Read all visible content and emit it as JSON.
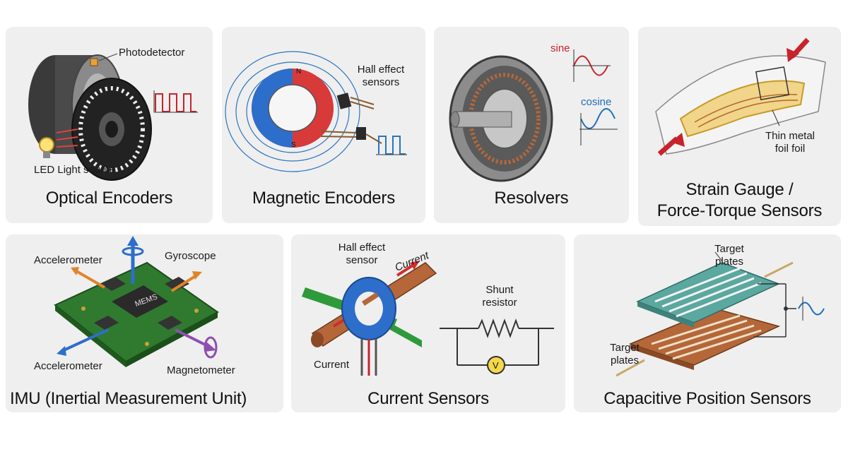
{
  "cards": {
    "optical": {
      "title": "Optical Encoders",
      "photodetector": "Photodetector",
      "led": "LED Light source"
    },
    "magnetic": {
      "title": "Magnetic Encoders",
      "hall_line1": "Hall effect",
      "hall_line2": "sensors",
      "pole_n": "N",
      "pole_s": "S"
    },
    "resolvers": {
      "title": "Resolvers",
      "sine": "sine",
      "cosine": "cosine"
    },
    "strain": {
      "title_line1": "Strain Gauge /",
      "title_line2": "Force-Torque Sensors",
      "foil_line1": "Thin metal",
      "foil_line2": "foil foil"
    },
    "imu": {
      "title": "IMU (Inertial Measurement Unit)",
      "accel_top": "Accelerometer",
      "gyroscope": "Gyroscope",
      "accel_bottom": "Accelerometer",
      "magnetometer": "Magnetometer",
      "chip": "MEMS"
    },
    "current": {
      "title": "Current Sensors",
      "hall_line1": "Hall effect",
      "hall_line2": "sensor",
      "current_top": "Current",
      "current_bottom": "Current",
      "shunt_line1": "Shunt",
      "shunt_line2": "resistor",
      "meter": "V"
    },
    "capacitive": {
      "title": "Capacitive Position Sensors",
      "target_top_line1": "Target",
      "target_top_line2": "plates",
      "target_bottom_line1": "Target",
      "target_bottom_line2": "plates"
    }
  },
  "colors": {
    "card_bg": "#efefef",
    "accent_red": "#c8232c",
    "accent_blue": "#1f6fb8",
    "pcb_green": "#2f7a2f",
    "copper": "#b5673a"
  }
}
